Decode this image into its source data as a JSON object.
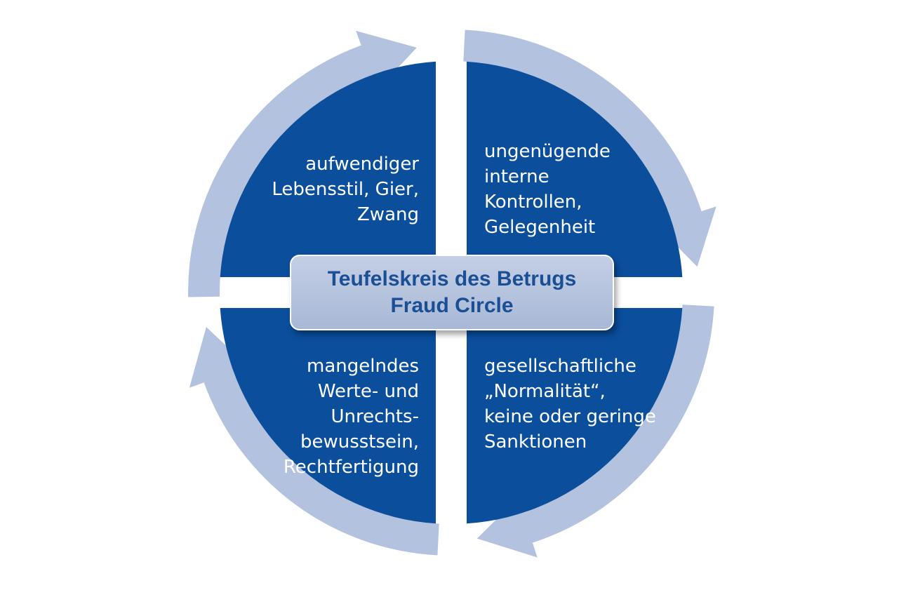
{
  "colors": {
    "quadrant_fill": "#0a4e9c",
    "arrow_fill": "#b3c2de",
    "center_box_fill": "#b6c4df",
    "center_text": "#1a4f96",
    "quadrant_text": "#ffffff"
  },
  "center": {
    "line1": "Teufelskreis des Betrugs",
    "line2": "Fraud Circle"
  },
  "quadrants": {
    "top_left": {
      "lines": [
        "aufwendiger",
        "Lebensstil, Gier,",
        "Zwang"
      ]
    },
    "top_right": {
      "lines": [
        "ungenügende",
        "interne",
        "Kontrollen,",
        "Gelegenheit"
      ]
    },
    "bottom_left": {
      "lines": [
        "mangelndes",
        "Werte- und",
        "Unrechts-",
        "bewusstsein,",
        "Rechtfertigung"
      ]
    },
    "bottom_right": {
      "lines": [
        "gesellschaftliche",
        "„Normalität“,",
        "keine oder geringe",
        "Sanktionen"
      ]
    }
  },
  "arrows": [
    "arrow-top-left",
    "arrow-top-right",
    "arrow-bottom-right",
    "arrow-bottom-left"
  ]
}
